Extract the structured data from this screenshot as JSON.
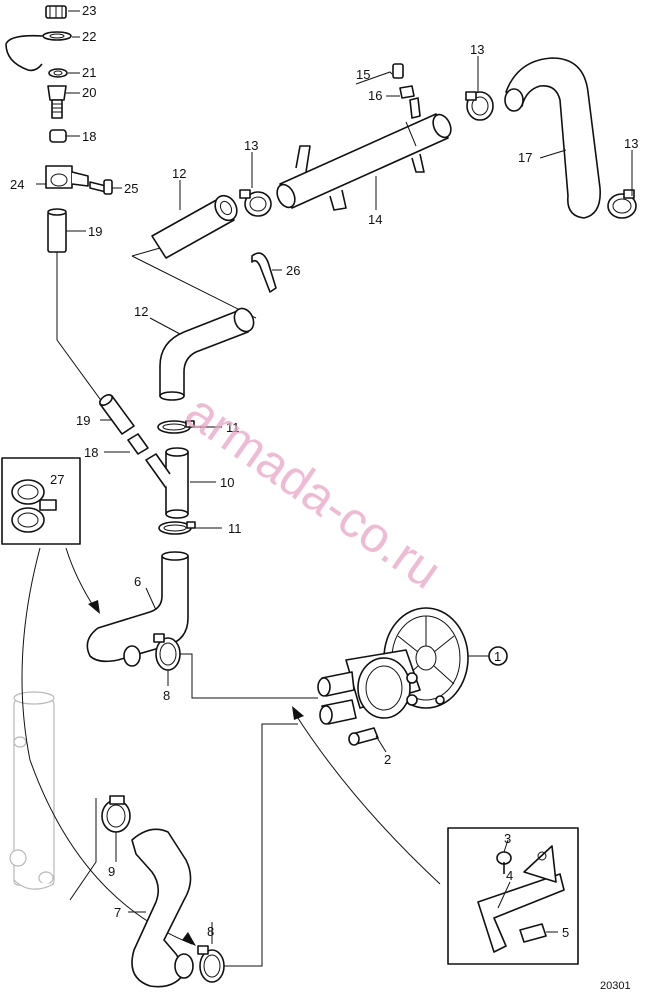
{
  "labels": {
    "c1": "1",
    "c2": "2",
    "c3": "3",
    "c4": "4",
    "c5": "5",
    "c6": "6",
    "c7": "7",
    "c8a": "8",
    "c8b": "8",
    "c9": "9",
    "c10": "10",
    "c11a": "11",
    "c11b": "11",
    "c12a": "12",
    "c12b": "12",
    "c13a": "13",
    "c13b": "13",
    "c13c": "13",
    "c14": "14",
    "c15": "15",
    "c16": "16",
    "c17": "17",
    "c18a": "18",
    "c18b": "18",
    "c19a": "19",
    "c19b": "19",
    "c20": "20",
    "c21": "21",
    "c22": "22",
    "c23": "23",
    "c24": "24",
    "c25": "25",
    "c26": "26",
    "c27": "27"
  },
  "watermark": "armada-co.ru",
  "reference_number": "20301"
}
